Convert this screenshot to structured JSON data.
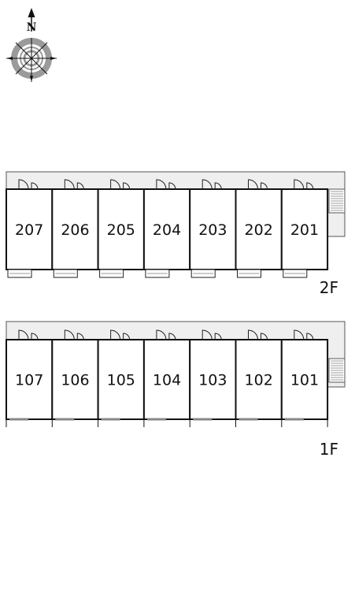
{
  "compass": {
    "letter": "N",
    "icon": "compass-rose-icon"
  },
  "floors": [
    {
      "id": "2F",
      "label": "2F",
      "rooms": [
        "207",
        "206",
        "205",
        "204",
        "203",
        "202",
        "201"
      ]
    },
    {
      "id": "1F",
      "label": "1F",
      "rooms": [
        "107",
        "106",
        "105",
        "104",
        "103",
        "102",
        "101"
      ]
    }
  ],
  "colors": {
    "corridor": "#efefef",
    "stair_tread": "#bdbdbd",
    "wall": "#111111",
    "compass_ring": "#9a9a9a"
  }
}
